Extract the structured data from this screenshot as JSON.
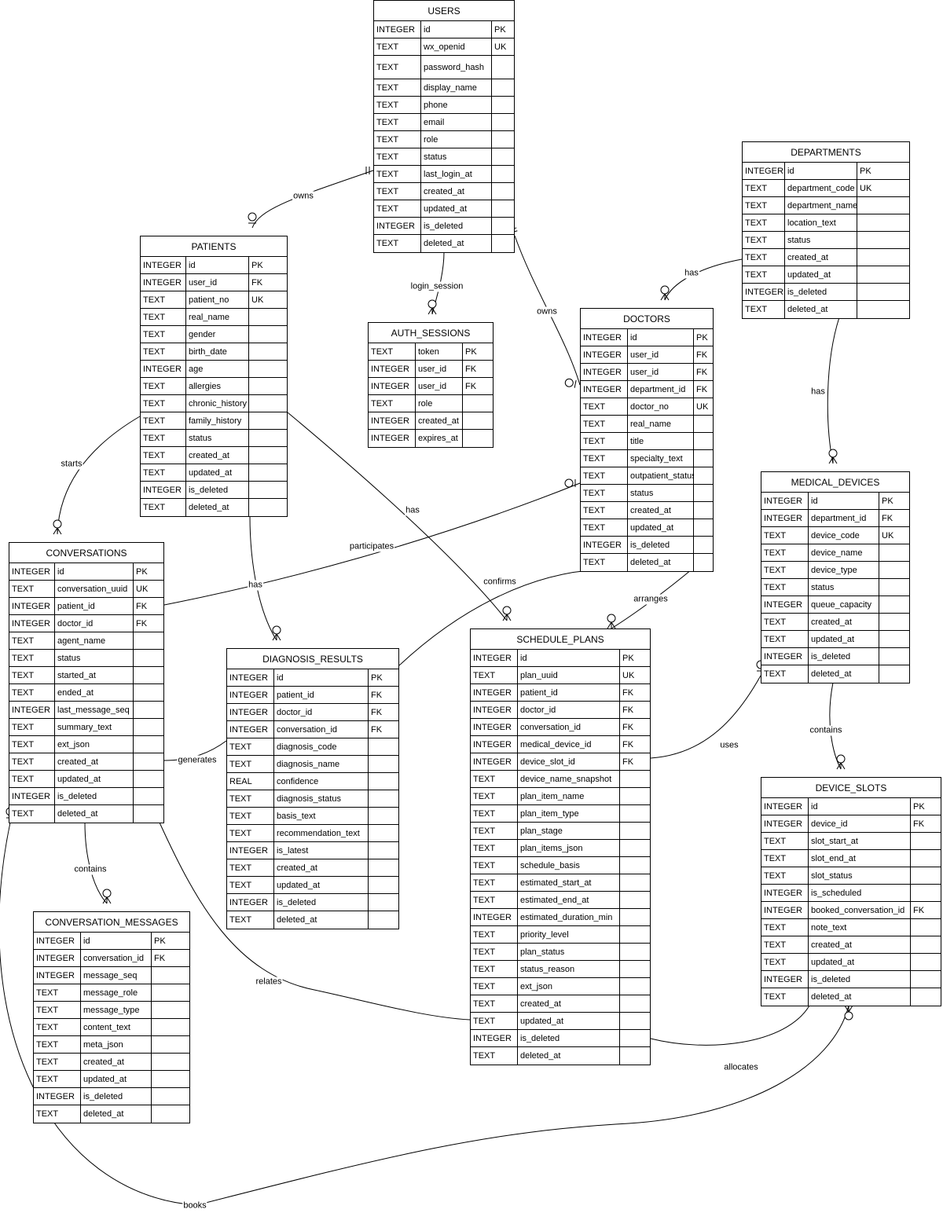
{
  "entities": [
    {
      "id": "users",
      "name": "USERS",
      "attrs": [
        [
          "INTEGER",
          "id",
          "PK"
        ],
        [
          "TEXT",
          "wx_openid",
          "UK"
        ],
        [
          "TEXT",
          "password_hash",
          ""
        ],
        [
          "TEXT",
          "display_name",
          ""
        ],
        [
          "TEXT",
          "phone",
          ""
        ],
        [
          "TEXT",
          "email",
          ""
        ],
        [
          "TEXT",
          "role",
          ""
        ],
        [
          "TEXT",
          "status",
          ""
        ],
        [
          "TEXT",
          "last_login_at",
          ""
        ],
        [
          "TEXT",
          "created_at",
          ""
        ],
        [
          "TEXT",
          "updated_at",
          ""
        ],
        [
          "INTEGER",
          "is_deleted",
          ""
        ],
        [
          "TEXT",
          "deleted_at",
          ""
        ]
      ]
    },
    {
      "id": "departments",
      "name": "DEPARTMENTS",
      "attrs": [
        [
          "INTEGER",
          "id",
          "PK"
        ],
        [
          "TEXT",
          "department_code",
          "UK"
        ],
        [
          "TEXT",
          "department_name",
          ""
        ],
        [
          "TEXT",
          "location_text",
          ""
        ],
        [
          "TEXT",
          "status",
          ""
        ],
        [
          "TEXT",
          "created_at",
          ""
        ],
        [
          "TEXT",
          "updated_at",
          ""
        ],
        [
          "INTEGER",
          "is_deleted",
          ""
        ],
        [
          "TEXT",
          "deleted_at",
          ""
        ]
      ]
    },
    {
      "id": "patients",
      "name": "PATIENTS",
      "attrs": [
        [
          "INTEGER",
          "id",
          "PK"
        ],
        [
          "INTEGER",
          "user_id",
          "FK"
        ],
        [
          "TEXT",
          "patient_no",
          "UK"
        ],
        [
          "TEXT",
          "real_name",
          ""
        ],
        [
          "TEXT",
          "gender",
          ""
        ],
        [
          "TEXT",
          "birth_date",
          ""
        ],
        [
          "INTEGER",
          "age",
          ""
        ],
        [
          "TEXT",
          "allergies",
          ""
        ],
        [
          "TEXT",
          "chronic_history",
          ""
        ],
        [
          "TEXT",
          "family_history",
          ""
        ],
        [
          "TEXT",
          "status",
          ""
        ],
        [
          "TEXT",
          "created_at",
          ""
        ],
        [
          "TEXT",
          "updated_at",
          ""
        ],
        [
          "INTEGER",
          "is_deleted",
          ""
        ],
        [
          "TEXT",
          "deleted_at",
          ""
        ]
      ]
    },
    {
      "id": "auth_sessions",
      "name": "AUTH_SESSIONS",
      "attrs": [
        [
          "TEXT",
          "token",
          "PK"
        ],
        [
          "INTEGER",
          "user_id",
          "FK"
        ],
        [
          "INTEGER",
          "user_id",
          "FK"
        ],
        [
          "TEXT",
          "role",
          ""
        ],
        [
          "INTEGER",
          "created_at",
          ""
        ],
        [
          "INTEGER",
          "expires_at",
          ""
        ]
      ]
    },
    {
      "id": "doctors",
      "name": "DOCTORS",
      "attrs": [
        [
          "INTEGER",
          "id",
          "PK"
        ],
        [
          "INTEGER",
          "user_id",
          "FK"
        ],
        [
          "INTEGER",
          "user_id",
          "FK"
        ],
        [
          "INTEGER",
          "department_id",
          "FK"
        ],
        [
          "TEXT",
          "doctor_no",
          "UK"
        ],
        [
          "TEXT",
          "real_name",
          ""
        ],
        [
          "TEXT",
          "title",
          ""
        ],
        [
          "TEXT",
          "specialty_text",
          ""
        ],
        [
          "TEXT",
          "outpatient_status",
          ""
        ],
        [
          "TEXT",
          "status",
          ""
        ],
        [
          "TEXT",
          "created_at",
          ""
        ],
        [
          "TEXT",
          "updated_at",
          ""
        ],
        [
          "INTEGER",
          "is_deleted",
          ""
        ],
        [
          "TEXT",
          "deleted_at",
          ""
        ]
      ]
    },
    {
      "id": "medical_devices",
      "name": "MEDICAL_DEVICES",
      "attrs": [
        [
          "INTEGER",
          "id",
          "PK"
        ],
        [
          "INTEGER",
          "department_id",
          "FK"
        ],
        [
          "TEXT",
          "device_code",
          "UK"
        ],
        [
          "TEXT",
          "device_name",
          ""
        ],
        [
          "TEXT",
          "device_type",
          ""
        ],
        [
          "TEXT",
          "status",
          ""
        ],
        [
          "INTEGER",
          "queue_capacity",
          ""
        ],
        [
          "TEXT",
          "created_at",
          ""
        ],
        [
          "TEXT",
          "updated_at",
          ""
        ],
        [
          "INTEGER",
          "is_deleted",
          ""
        ],
        [
          "TEXT",
          "deleted_at",
          ""
        ]
      ]
    },
    {
      "id": "conversations",
      "name": "CONVERSATIONS",
      "attrs": [
        [
          "INTEGER",
          "id",
          "PK"
        ],
        [
          "TEXT",
          "conversation_uuid",
          "UK"
        ],
        [
          "INTEGER",
          "patient_id",
          "FK"
        ],
        [
          "INTEGER",
          "doctor_id",
          "FK"
        ],
        [
          "TEXT",
          "agent_name",
          ""
        ],
        [
          "TEXT",
          "status",
          ""
        ],
        [
          "TEXT",
          "started_at",
          ""
        ],
        [
          "TEXT",
          "ended_at",
          ""
        ],
        [
          "INTEGER",
          "last_message_seq",
          ""
        ],
        [
          "TEXT",
          "summary_text",
          ""
        ],
        [
          "TEXT",
          "ext_json",
          ""
        ],
        [
          "TEXT",
          "created_at",
          ""
        ],
        [
          "TEXT",
          "updated_at",
          ""
        ],
        [
          "INTEGER",
          "is_deleted",
          ""
        ],
        [
          "TEXT",
          "deleted_at",
          ""
        ]
      ]
    },
    {
      "id": "diagnosis_results",
      "name": "DIAGNOSIS_RESULTS",
      "attrs": [
        [
          "INTEGER",
          "id",
          "PK"
        ],
        [
          "INTEGER",
          "patient_id",
          "FK"
        ],
        [
          "INTEGER",
          "doctor_id",
          "FK"
        ],
        [
          "INTEGER",
          "conversation_id",
          "FK"
        ],
        [
          "TEXT",
          "diagnosis_code",
          ""
        ],
        [
          "TEXT",
          "diagnosis_name",
          ""
        ],
        [
          "REAL",
          "confidence",
          ""
        ],
        [
          "TEXT",
          "diagnosis_status",
          ""
        ],
        [
          "TEXT",
          "basis_text",
          ""
        ],
        [
          "TEXT",
          "recommendation_text",
          ""
        ],
        [
          "INTEGER",
          "is_latest",
          ""
        ],
        [
          "TEXT",
          "created_at",
          ""
        ],
        [
          "TEXT",
          "updated_at",
          ""
        ],
        [
          "INTEGER",
          "is_deleted",
          ""
        ],
        [
          "TEXT",
          "deleted_at",
          ""
        ]
      ]
    },
    {
      "id": "schedule_plans",
      "name": "SCHEDULE_PLANS",
      "attrs": [
        [
          "INTEGER",
          "id",
          "PK"
        ],
        [
          "TEXT",
          "plan_uuid",
          "UK"
        ],
        [
          "INTEGER",
          "patient_id",
          "FK"
        ],
        [
          "INTEGER",
          "doctor_id",
          "FK"
        ],
        [
          "INTEGER",
          "conversation_id",
          "FK"
        ],
        [
          "INTEGER",
          "medical_device_id",
          "FK"
        ],
        [
          "INTEGER",
          "device_slot_id",
          "FK"
        ],
        [
          "TEXT",
          "device_name_snapshot",
          ""
        ],
        [
          "TEXT",
          "plan_item_name",
          ""
        ],
        [
          "TEXT",
          "plan_item_type",
          ""
        ],
        [
          "TEXT",
          "plan_stage",
          ""
        ],
        [
          "TEXT",
          "plan_items_json",
          ""
        ],
        [
          "TEXT",
          "schedule_basis",
          ""
        ],
        [
          "TEXT",
          "estimated_start_at",
          ""
        ],
        [
          "TEXT",
          "estimated_end_at",
          ""
        ],
        [
          "INTEGER",
          "estimated_duration_min",
          ""
        ],
        [
          "TEXT",
          "priority_level",
          ""
        ],
        [
          "TEXT",
          "plan_status",
          ""
        ],
        [
          "TEXT",
          "status_reason",
          ""
        ],
        [
          "TEXT",
          "ext_json",
          ""
        ],
        [
          "TEXT",
          "created_at",
          ""
        ],
        [
          "TEXT",
          "updated_at",
          ""
        ],
        [
          "INTEGER",
          "is_deleted",
          ""
        ],
        [
          "TEXT",
          "deleted_at",
          ""
        ]
      ]
    },
    {
      "id": "device_slots",
      "name": "DEVICE_SLOTS",
      "attrs": [
        [
          "INTEGER",
          "id",
          "PK"
        ],
        [
          "INTEGER",
          "device_id",
          "FK"
        ],
        [
          "TEXT",
          "slot_start_at",
          ""
        ],
        [
          "TEXT",
          "slot_end_at",
          ""
        ],
        [
          "TEXT",
          "slot_status",
          ""
        ],
        [
          "INTEGER",
          "is_scheduled",
          ""
        ],
        [
          "INTEGER",
          "booked_conversation_id",
          "FK"
        ],
        [
          "TEXT",
          "note_text",
          ""
        ],
        [
          "TEXT",
          "created_at",
          ""
        ],
        [
          "TEXT",
          "updated_at",
          ""
        ],
        [
          "INTEGER",
          "is_deleted",
          ""
        ],
        [
          "TEXT",
          "deleted_at",
          ""
        ]
      ]
    },
    {
      "id": "conversation_messages",
      "name": "CONVERSATION_MESSAGES",
      "attrs": [
        [
          "INTEGER",
          "id",
          "PK"
        ],
        [
          "INTEGER",
          "conversation_id",
          "FK"
        ],
        [
          "INTEGER",
          "message_seq",
          ""
        ],
        [
          "TEXT",
          "message_role",
          ""
        ],
        [
          "TEXT",
          "message_type",
          ""
        ],
        [
          "TEXT",
          "content_text",
          ""
        ],
        [
          "TEXT",
          "meta_json",
          ""
        ],
        [
          "TEXT",
          "created_at",
          ""
        ],
        [
          "TEXT",
          "updated_at",
          ""
        ],
        [
          "INTEGER",
          "is_deleted",
          ""
        ],
        [
          "TEXT",
          "deleted_at",
          ""
        ]
      ]
    }
  ],
  "relationships": [
    {
      "id": "users_patients",
      "label": "owns",
      "from": "users",
      "to": "patients",
      "from_card": "one",
      "to_card": "zero_or_one"
    },
    {
      "id": "users_auth",
      "label": "login_session",
      "from": "users",
      "to": "auth_sessions",
      "from_card": "one",
      "to_card": "zero_or_many"
    },
    {
      "id": "users_doctors",
      "label": "owns",
      "from": "users",
      "to": "doctors",
      "from_card": "one",
      "to_card": "zero_or_one"
    },
    {
      "id": "departments_doctors",
      "label": "has",
      "from": "departments",
      "to": "doctors",
      "from_card": "one",
      "to_card": "zero_or_many"
    },
    {
      "id": "departments_devices",
      "label": "has",
      "from": "departments",
      "to": "medical_devices",
      "from_card": "one",
      "to_card": "zero_or_many"
    },
    {
      "id": "patients_conversations",
      "label": "starts",
      "from": "patients",
      "to": "conversations",
      "from_card": "one",
      "to_card": "zero_or_many"
    },
    {
      "id": "patients_diagnosis",
      "label": "has",
      "from": "patients",
      "to": "diagnosis_results",
      "from_card": "one",
      "to_card": "zero_or_many"
    },
    {
      "id": "patients_schedule",
      "label": "has",
      "from": "patients",
      "to": "schedule_plans",
      "from_card": "one",
      "to_card": "zero_or_many"
    },
    {
      "id": "doctors_conversations",
      "label": "participates",
      "from": "doctors",
      "to": "conversations",
      "from_card": "zero_or_one",
      "to_card": "zero_or_many"
    },
    {
      "id": "doctors_diagnosis",
      "label": "confirms",
      "from": "doctors",
      "to": "diagnosis_results",
      "from_card": "zero_or_one",
      "to_card": "zero_or_many"
    },
    {
      "id": "doctors_schedule",
      "label": "arranges",
      "from": "doctors",
      "to": "schedule_plans",
      "from_card": "one",
      "to_card": "zero_or_many"
    },
    {
      "id": "conversations_diagnosis",
      "label": "generates",
      "from": "conversations",
      "to": "diagnosis_results",
      "from_card": "one",
      "to_card": "zero_or_many"
    },
    {
      "id": "conversations_messages",
      "label": "contains",
      "from": "conversations",
      "to": "conversation_messages",
      "from_card": "one",
      "to_card": "zero_or_many"
    },
    {
      "id": "conversations_schedule",
      "label": "relates",
      "from": "conversations",
      "to": "schedule_plans",
      "from_card": "one",
      "to_card": "zero_or_many"
    },
    {
      "id": "conversations_slots",
      "label": "books",
      "from": "conversations",
      "to": "device_slots",
      "from_card": "zero_or_one",
      "to_card": "zero_or_many"
    },
    {
      "id": "devices_schedule",
      "label": "uses",
      "from": "medical_devices",
      "to": "schedule_plans",
      "from_card": "zero_or_one",
      "to_card": "zero_or_many"
    },
    {
      "id": "devices_slots",
      "label": "contains",
      "from": "medical_devices",
      "to": "device_slots",
      "from_card": "one",
      "to_card": "zero_or_many"
    },
    {
      "id": "slots_schedule",
      "label": "allocates",
      "from": "device_slots",
      "to": "schedule_plans",
      "from_card": "zero_or_one",
      "to_card": "zero_or_many"
    }
  ],
  "colors": {
    "line": "#000000",
    "background": "#ffffff",
    "entity_fill": "#ffffff"
  }
}
